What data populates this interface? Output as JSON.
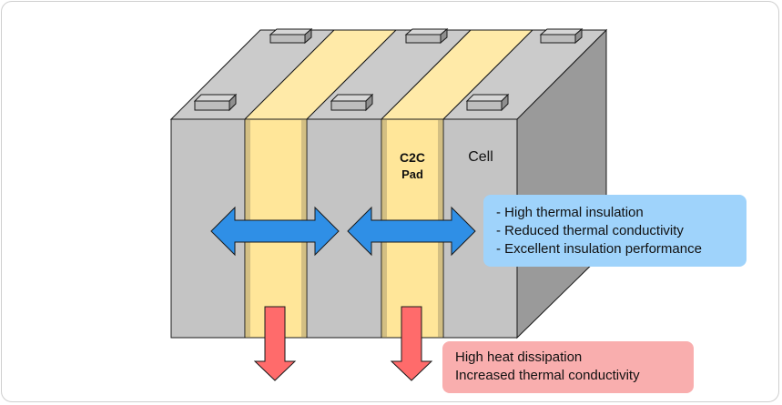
{
  "labels": {
    "pad": [
      "C2C",
      "Pad"
    ],
    "cell": "Cell"
  },
  "insulation_callout": {
    "lines": [
      "- High thermal insulation",
      "- Reduced thermal conductivity",
      "- Excellent insulation performance"
    ]
  },
  "dissipation_callout": {
    "lines": [
      "High heat dissipation",
      "Increased thermal conductivity"
    ]
  },
  "colors": {
    "cell_front": "#c4c4c4",
    "cell_top": "#cbcbcb",
    "cell_side": "#9a9a9a",
    "pad_front": "#ffe699",
    "pad_top": "#ffeaa8",
    "pad_edge": "#d3bf83",
    "arrow_blue": "#2f8fe6",
    "arrow_red": "#ff6b6b",
    "callout_blue": "#9fd3fb",
    "callout_red": "#f9aeae"
  }
}
